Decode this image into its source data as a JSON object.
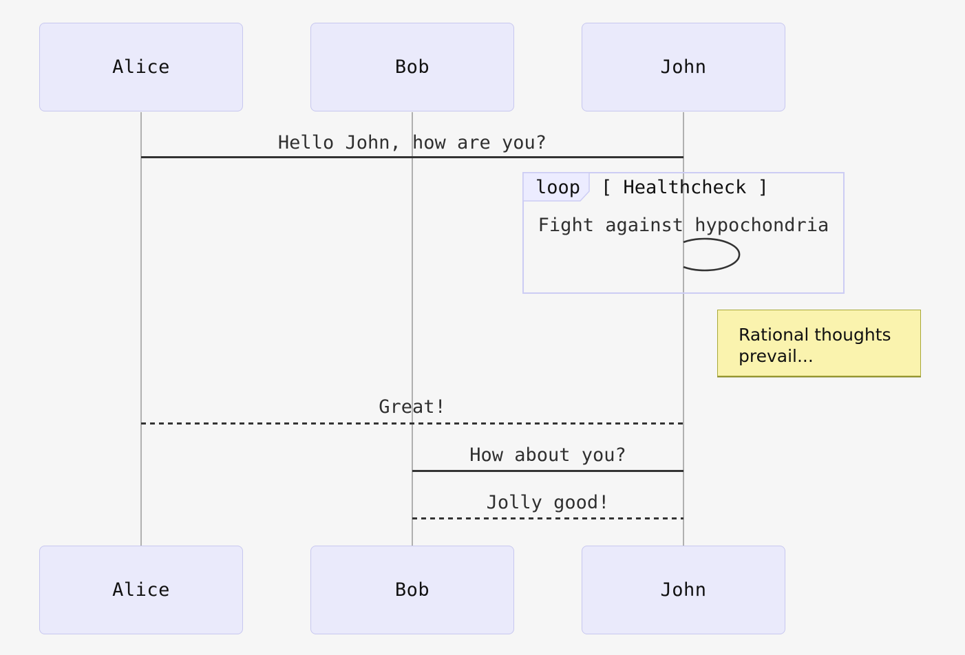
{
  "diagram": {
    "type": "sequence-diagram",
    "actors": [
      {
        "name": "Alice"
      },
      {
        "name": "Bob"
      },
      {
        "name": "John"
      }
    ],
    "messages": [
      {
        "from": "Alice",
        "to": "John",
        "text": "Hello John, how are you?",
        "style": "solid"
      },
      {
        "from": "John",
        "to": "Alice",
        "text": "Great!",
        "style": "dashed"
      },
      {
        "from": "Bob",
        "to": "John",
        "text": "How about you?",
        "style": "solid"
      },
      {
        "from": "John",
        "to": "Bob",
        "text": "Jolly good!",
        "style": "dashed"
      }
    ],
    "loop": {
      "label": "loop",
      "condition": "[ Healthcheck ]",
      "self_message": {
        "from": "John",
        "to": "John",
        "text": "Fight against hypochondria"
      }
    },
    "note": {
      "position": "right of John",
      "text": "Rational thoughts prevail...",
      "lines": [
        "Rational thoughts",
        "prevail..."
      ]
    },
    "colors": {
      "background": "#F6F6F6",
      "actor_fill": "#EAEAFB",
      "actor_border": "#C7C7EF",
      "loop_border": "#CCCCF4",
      "loop_tab_fill": "#ECECFF",
      "note_fill": "#FAF3AE",
      "note_border": "#A8A837",
      "message_line": "#333333",
      "lifeline": "#B0B0B0"
    }
  }
}
